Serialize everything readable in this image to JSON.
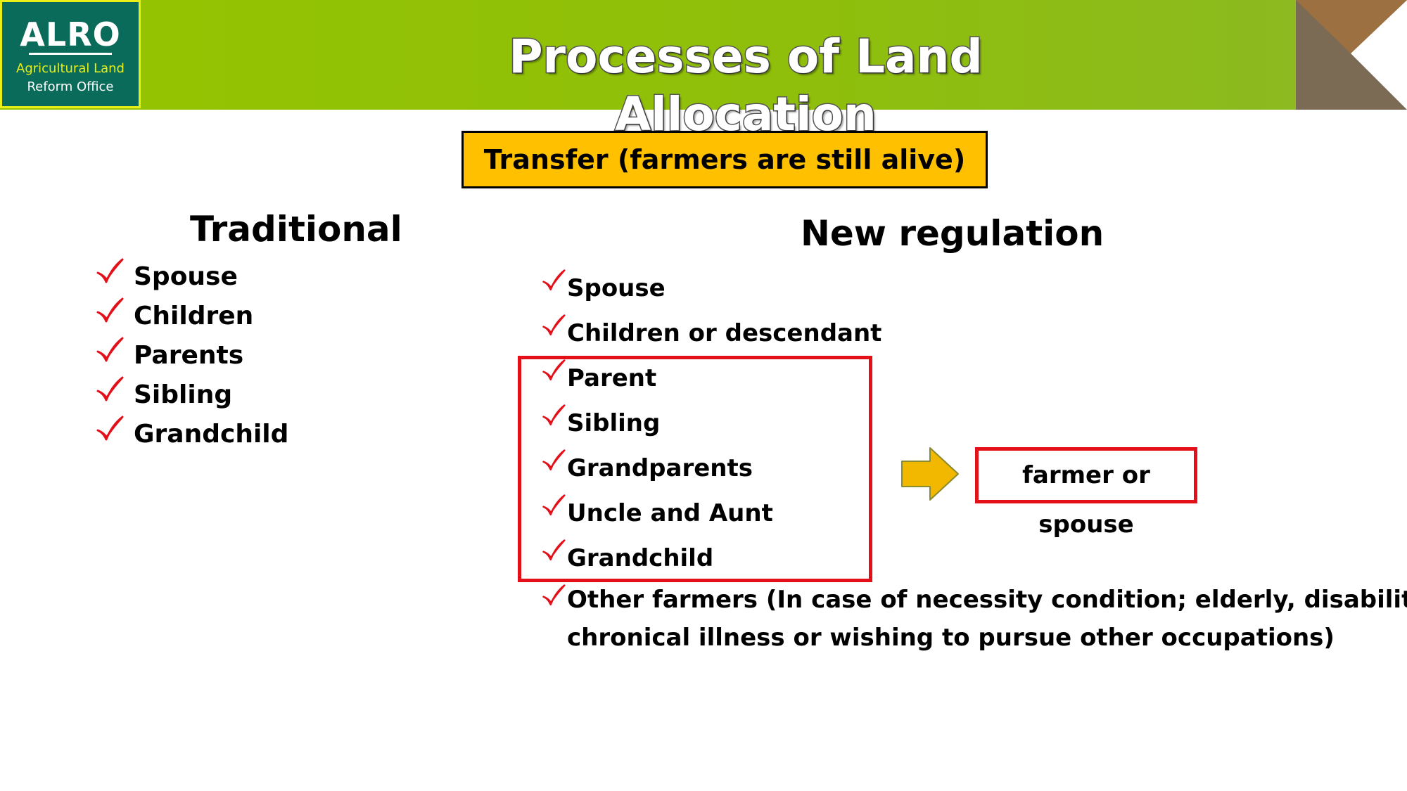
{
  "header": {
    "title": "Processes of Land Allocation",
    "logo": {
      "abbr": "ALRO",
      "line1": "Agricultural Land",
      "line2": "Reform Office"
    }
  },
  "subtitle": "Transfer (farmers are still alive)",
  "traditional": {
    "heading": "Traditional",
    "items": [
      "Spouse",
      "Children",
      "Parents",
      "Sibling",
      "Grandchild"
    ]
  },
  "new_regulation": {
    "heading": "New regulation",
    "items": [
      "Spouse",
      "Children or descendant"
    ],
    "boxed_items": [
      "Parent",
      "Sibling",
      "Grandparents",
      "Uncle and Aunt",
      "Grandchild"
    ],
    "other": {
      "line1": "Other farmers (In case of necessity condition; elderly, disability,",
      "line2": "chronical illness or wishing to pursue other occupations)"
    }
  },
  "result": "farmer or spouse",
  "icons": {
    "check": "check-mark-icon",
    "arrow": "right-arrow-icon"
  },
  "colors": {
    "header_green": "#95c400",
    "logo_teal": "#0b6b5a",
    "subtitle_yellow": "#ffc000",
    "check_red": "#e3101a",
    "box_red": "#e3101a",
    "arrow_yellow": "#f2b800",
    "corner_brown": "#9c7040",
    "corner_gray": "#7b6b55"
  }
}
